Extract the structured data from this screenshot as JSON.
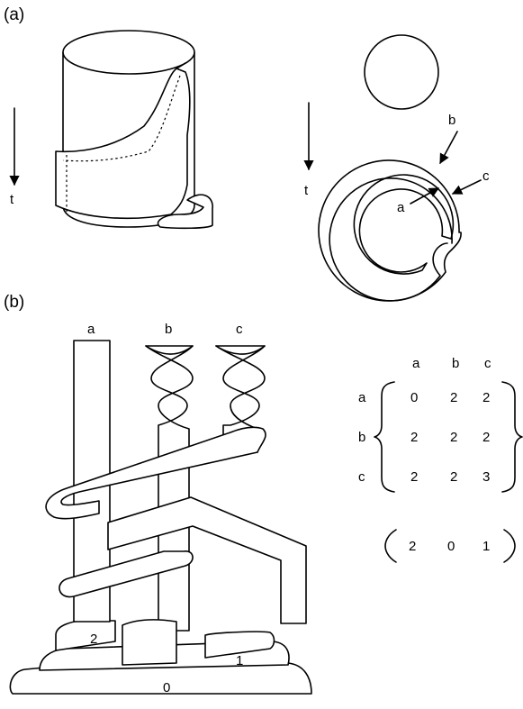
{
  "panel_a": {
    "label": "(a)",
    "time_label_left": "t",
    "time_label_right": "t",
    "ribbon_labels": {
      "a": "a",
      "b": "b",
      "c": "c"
    }
  },
  "panel_b": {
    "label": "(b)",
    "column_labels": [
      "a",
      "b",
      "c"
    ],
    "level_labels": {
      "left": "2",
      "right": "1",
      "bottom": "0"
    },
    "matrix": {
      "col_labels": [
        "a",
        "b",
        "c"
      ],
      "row_labels": [
        "a",
        "b",
        "c"
      ],
      "rows": [
        [
          "0",
          "2",
          "2"
        ],
        [
          "2",
          "2",
          "2"
        ],
        [
          "2",
          "2",
          "3"
        ]
      ]
    },
    "vector": [
      "2",
      "0",
      "1"
    ]
  },
  "colors": {
    "ink": "#000000",
    "background": "#ffffff"
  }
}
